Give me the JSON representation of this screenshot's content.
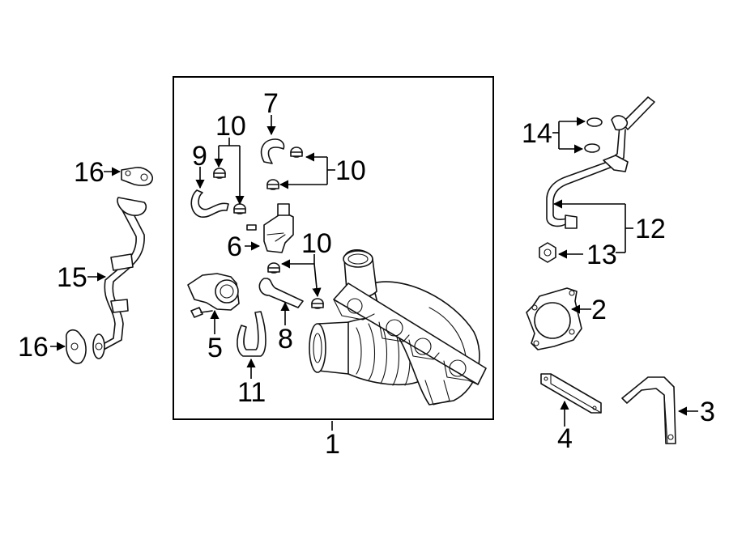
{
  "callouts": {
    "c1": "1",
    "c2": "2",
    "c3": "3",
    "c4": "4",
    "c5": "5",
    "c6": "6",
    "c7": "7",
    "c8": "8",
    "c9": "9",
    "c10a": "10",
    "c10b": "10",
    "c10c": "10",
    "c11": "11",
    "c12": "12",
    "c13": "13",
    "c14": "14",
    "c15": "15",
    "c16a": "16",
    "c16b": "16"
  }
}
